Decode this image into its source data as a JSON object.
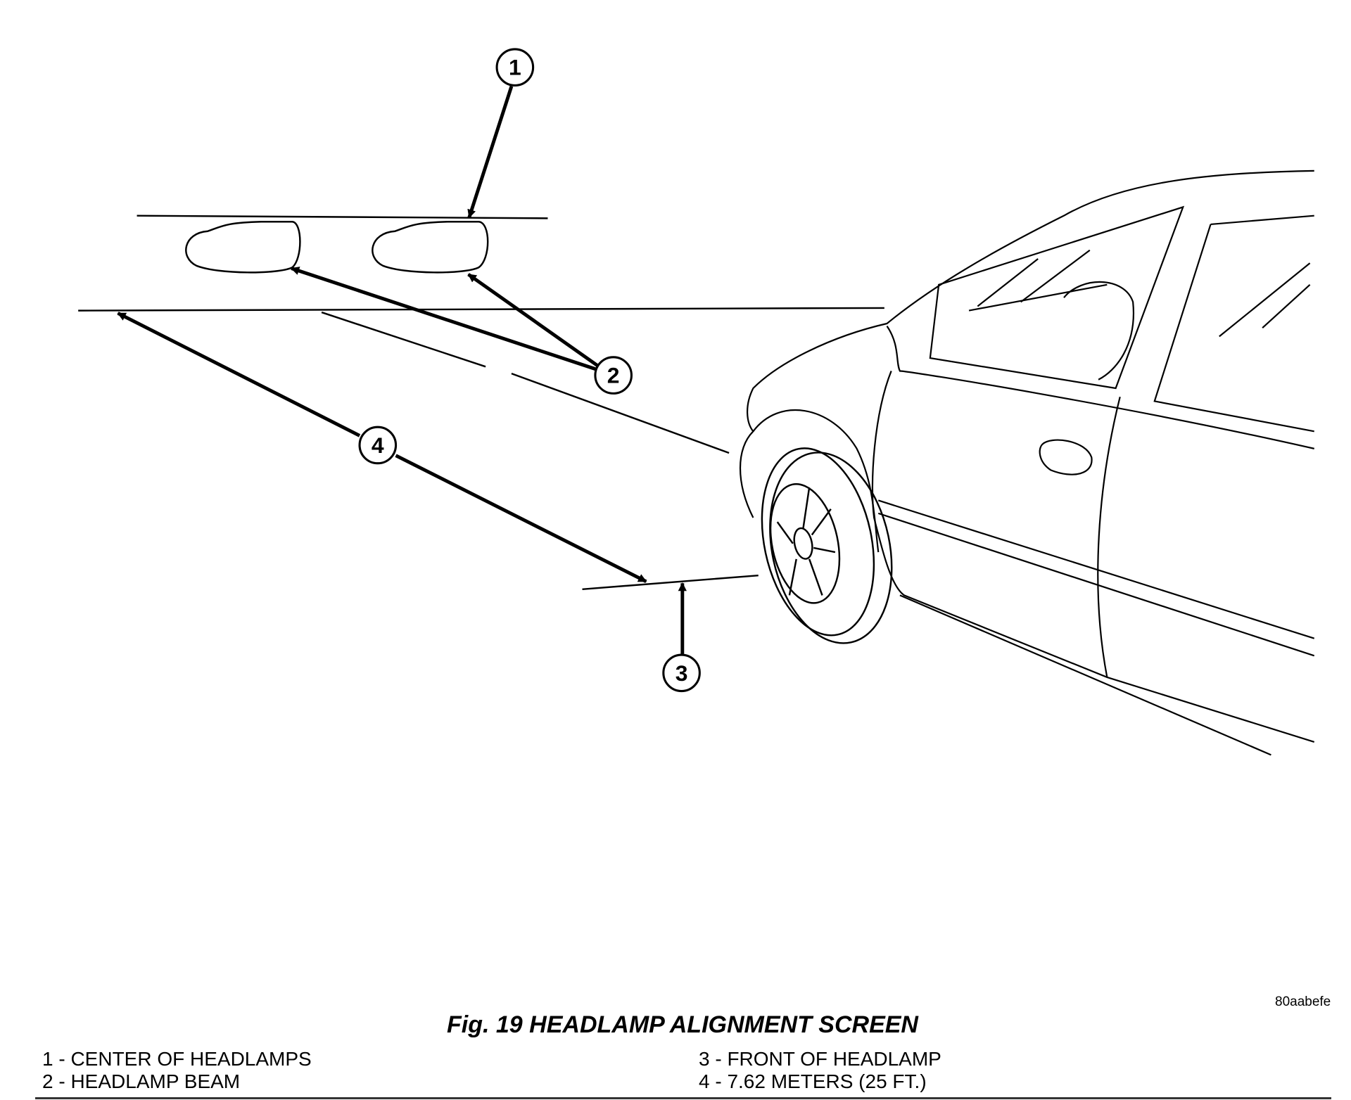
{
  "figure": {
    "id_code": "80aabefe",
    "caption": "Fig. 19 HEADLAMP ALIGNMENT SCREEN"
  },
  "callouts": [
    "1",
    "2",
    "3",
    "4"
  ],
  "legend": {
    "left": [
      "1 - CENTER OF HEADLAMPS",
      "2 - HEADLAMP BEAM"
    ],
    "right": [
      "3 - FRONT OF HEADLAMP",
      "4 - 7.62 METERS (25 FT.)"
    ]
  }
}
